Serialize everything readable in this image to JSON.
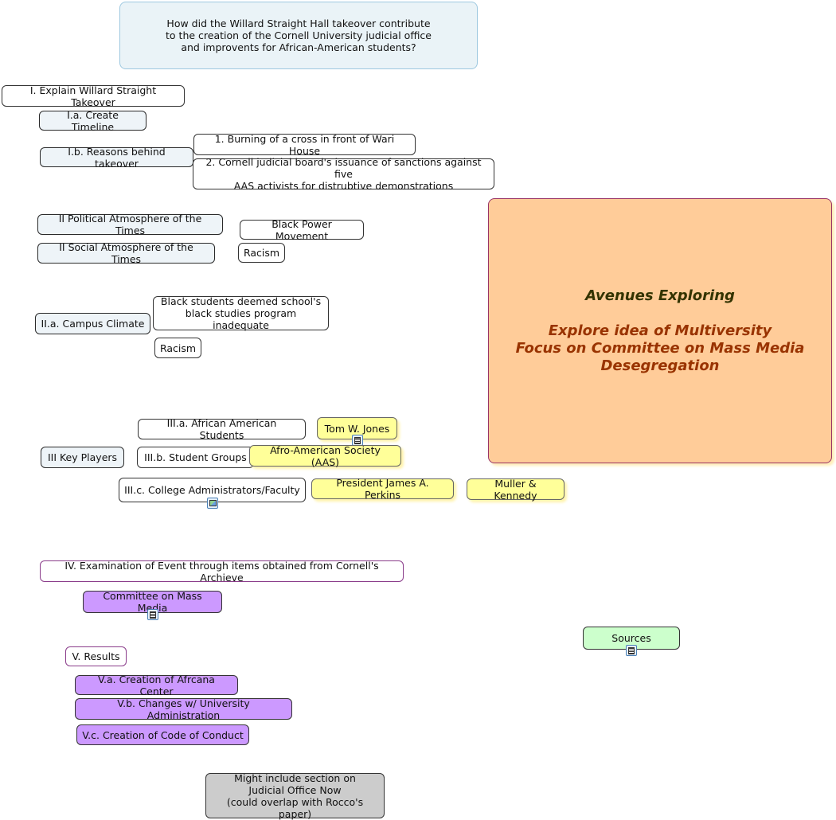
{
  "question": "How did the Willard Straight Hall takeover contribute\nto the creation of the Cornell University judicial office\nand improvents for African-American students?",
  "focus_box": {
    "line1": "Avenues Exploring",
    "line2": "Explore idea of Multiversity\nFocus on Committee on Mass Media\nDesegregation"
  },
  "nodes": {
    "i_explain": "I. Explain Willard Straight Takeover",
    "ia_timeline": "I.a. Create Timeline",
    "ib_reasons": "I.b. Reasons behind takeover",
    "reason_1": "1. Burning of a cross in front of Wari House",
    "reason_2": "2. Cornell judicial board's issuance of sanctions against five\nAAS activists for distrubtive demonstrations",
    "ii_political": "II Political Atmosphere of the Times",
    "black_power": "Black Power Movement",
    "ii_social": "II Social Atmosphere of the Times",
    "racism_1": "Racism",
    "iia_campus": "II.a. Campus Climate",
    "black_students": "Black students deemed school's\nblack studies program inadequate",
    "racism_2": "Racism",
    "iiia_students": "III.a. African American Students",
    "tom_jones": "Tom W. Jones",
    "iii_key": "III Key Players",
    "iiib_groups": "III.b. Student Groups",
    "aas": "Afro-American Society (AAS)",
    "iiic_admin": "III.c. College Administrators/Faculty",
    "perkins": "President James A. Perkins",
    "muller": "Muller & Kennedy",
    "iv_exam": "IV. Examination of Event through items obtained from Cornell's Archieve",
    "committee": "Committee on Mass Media",
    "sources": "Sources",
    "v_results": "V. Results",
    "va_center": "V.a. Creation of Afrcana Center",
    "vb_changes": "V.b. Changes w/ University Administration",
    "vc_code": "V.c. Creation of Code of Conduct",
    "might_include": "Might include section on\nJudicial Office Now\n(could overlap with Rocco's paper)"
  },
  "colors": {
    "focus_fill": "#ffcc99",
    "yellow_fill": "#ffff99",
    "purple_fill": "#cc99ff",
    "green_fill": "#ccffcc",
    "gray_fill": "#cccccc",
    "question_fill": "#eaf3f7"
  },
  "icons": {
    "tom_jones_attachment": "note-icon",
    "iiic_attachment": "image-icon",
    "committee_attachment": "note-icon",
    "sources_attachment": "note-icon"
  }
}
